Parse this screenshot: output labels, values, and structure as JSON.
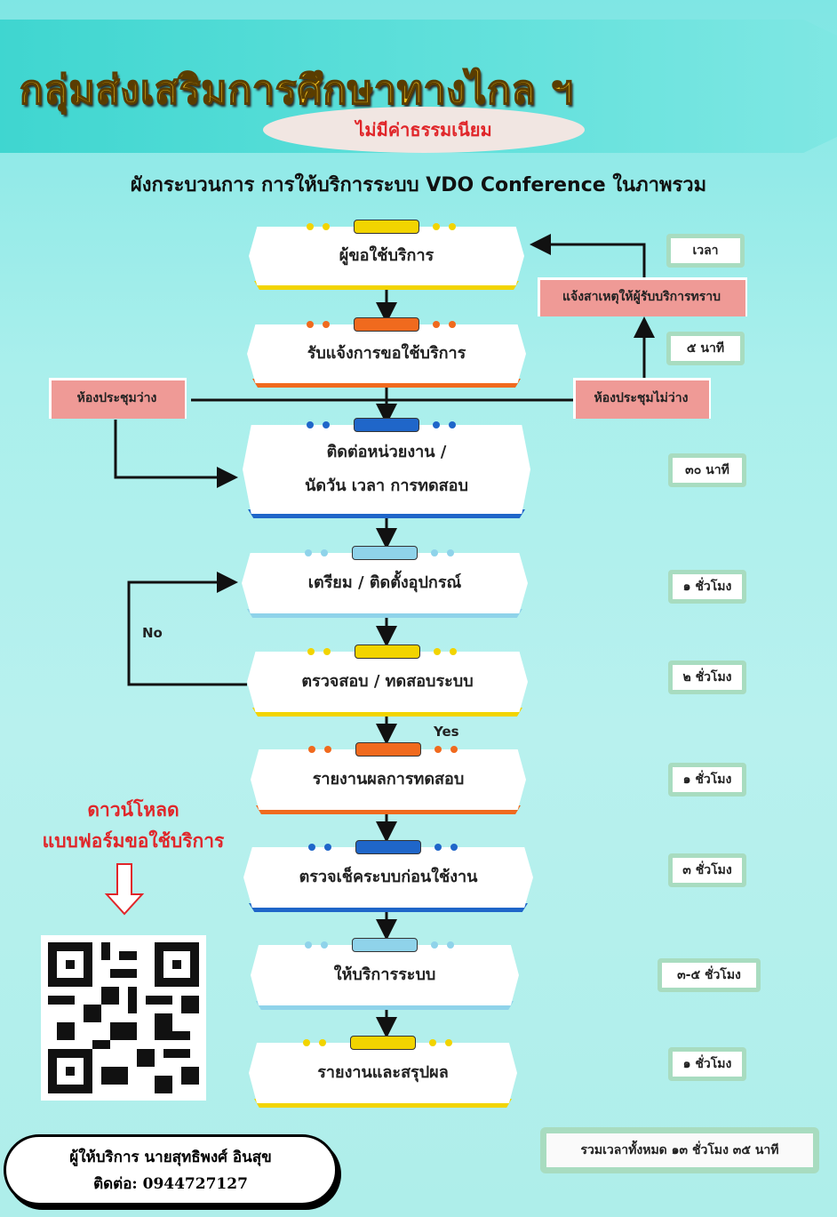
{
  "header": {
    "title": "กลุ่มส่งเสริมการศึกษาทางไกล ฯ",
    "fee_badge": "ไม่มีค่าธรรมเนียม",
    "subtitle": "ผังกระบวนการ การให้บริการระบบ VDO Conference ในภาพรวม"
  },
  "steps": [
    {
      "label": "ผู้ขอใช้บริการ",
      "color": "#f2d400"
    },
    {
      "label": "รับแจ้งการขอใช้บริการ",
      "color": "#f06a1e"
    },
    {
      "label": "ติดต่อหน่วยงาน /",
      "label2": "นัดวัน เวลา การทดสอบ",
      "color": "#1f66c9"
    },
    {
      "label": "เตรียม / ติดตั้งอุปกรณ์",
      "color": "#8fd3ea"
    },
    {
      "label": "ตรวจสอบ / ทดสอบระบบ",
      "color": "#f2d400"
    },
    {
      "label": "รายงานผลการทดสอบ",
      "color": "#f06a1e"
    },
    {
      "label": "ตรวจเช็คระบบก่อนใช้งาน",
      "color": "#1f66c9"
    },
    {
      "label": "ให้บริการระบบ",
      "color": "#8fd3ea"
    },
    {
      "label": "รายงานและสรุปผล",
      "color": "#f2d400"
    }
  ],
  "times": {
    "header": "เวลา",
    "t1": "๕ นาที",
    "t2": "๓๐ นาที",
    "t3": "๑ ชั่วโมง",
    "t4": "๒ ชั่วโมง",
    "t5": "๑ ชั่วโมง",
    "t6": "๓ ชั่วโมง",
    "t7": "๓-๕ ชั่วโมง",
    "t8": "๑ ชั่วโมง"
  },
  "branches": {
    "notify": "แจ้งสาเหตุให้ผู้รับบริการทราบ",
    "room_busy": "ห้องประชุมไม่ว่าง",
    "room_free": "ห้องประชุมว่าง",
    "no": "No",
    "yes": "Yes"
  },
  "download": {
    "line1": "ดาวน์โหลด",
    "line2": "แบบฟอร์มขอใช้บริการ"
  },
  "provider": {
    "name": "ผู้ให้บริการ นายสุทธิพงศ์  อินสุข",
    "contact": "ติดต่อ: 0944727127"
  },
  "total": "รวมเวลาทั้งหมด ๑๓ ชั่วโมง ๓๕ นาที"
}
